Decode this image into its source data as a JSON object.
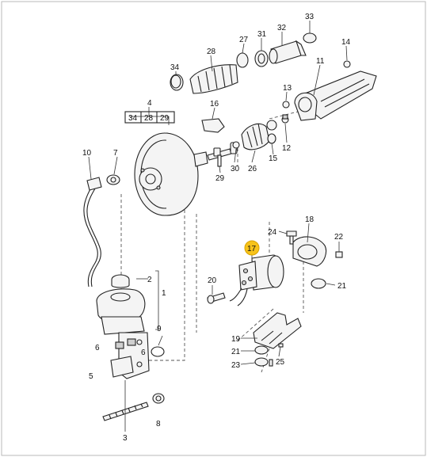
{
  "highlight": {
    "color": "#f7c31a",
    "part": "17"
  },
  "callouts": {
    "c1": "1",
    "c2": "2",
    "c3": "3",
    "c4": "4",
    "c5": "5",
    "c6a": "6",
    "c6b": "6",
    "c7": "7",
    "c8": "8",
    "c9": "9",
    "c10": "10",
    "c11": "11",
    "c12": "12",
    "c13": "13",
    "c14": "14",
    "c15": "15",
    "c16": "16",
    "c17": "17",
    "c18": "18",
    "c19": "19",
    "c20": "20",
    "c21a": "21",
    "c21b": "21",
    "c22": "22",
    "c23": "23",
    "c24": "24",
    "c25": "25",
    "c26": "26",
    "c27": "27",
    "c28": "28",
    "c29": "29",
    "c30": "30",
    "c31": "31",
    "c32": "32",
    "c33": "33",
    "c34": "34"
  },
  "sub_box": {
    "a": "34",
    "b": "28",
    "c": "29"
  }
}
